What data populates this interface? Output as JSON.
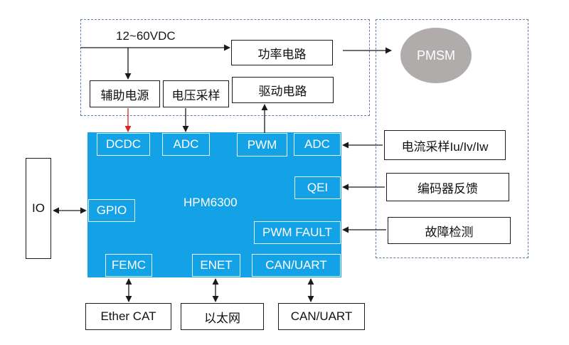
{
  "supply_label": "12~60VDC",
  "motor": {
    "label": "PMSM"
  },
  "blocks": {
    "power_circuit": "功率电路",
    "aux_power": "辅助电源",
    "voltage_sampling": "电压采样",
    "drive_circuit": "驱动电路",
    "current_sampling": "电流采样Iu/Iv/Iw",
    "encoder_feedback": "编码器反馈",
    "fault_detection": "故障检测",
    "io": "IO",
    "ethercat": "Ether CAT",
    "ethernet": "以太网",
    "can_uart": "CAN/UART"
  },
  "chip": {
    "name": "HPM6300",
    "ports": {
      "dcdc": "DCDC",
      "adc_left": "ADC",
      "pwm": "PWM",
      "adc_right": "ADC",
      "qei": "QEI",
      "gpio": "GPIO",
      "pwm_fault": "PWM FAULT",
      "femc": "FEMC",
      "enet": "ENET",
      "can_uart": "CAN/UART"
    }
  },
  "colors": {
    "chip_fill": "#14a2e6",
    "motor_fill": "#b0acac",
    "dcdc_arrow": "#e02020",
    "dashed_border": "#5f7fa8"
  }
}
